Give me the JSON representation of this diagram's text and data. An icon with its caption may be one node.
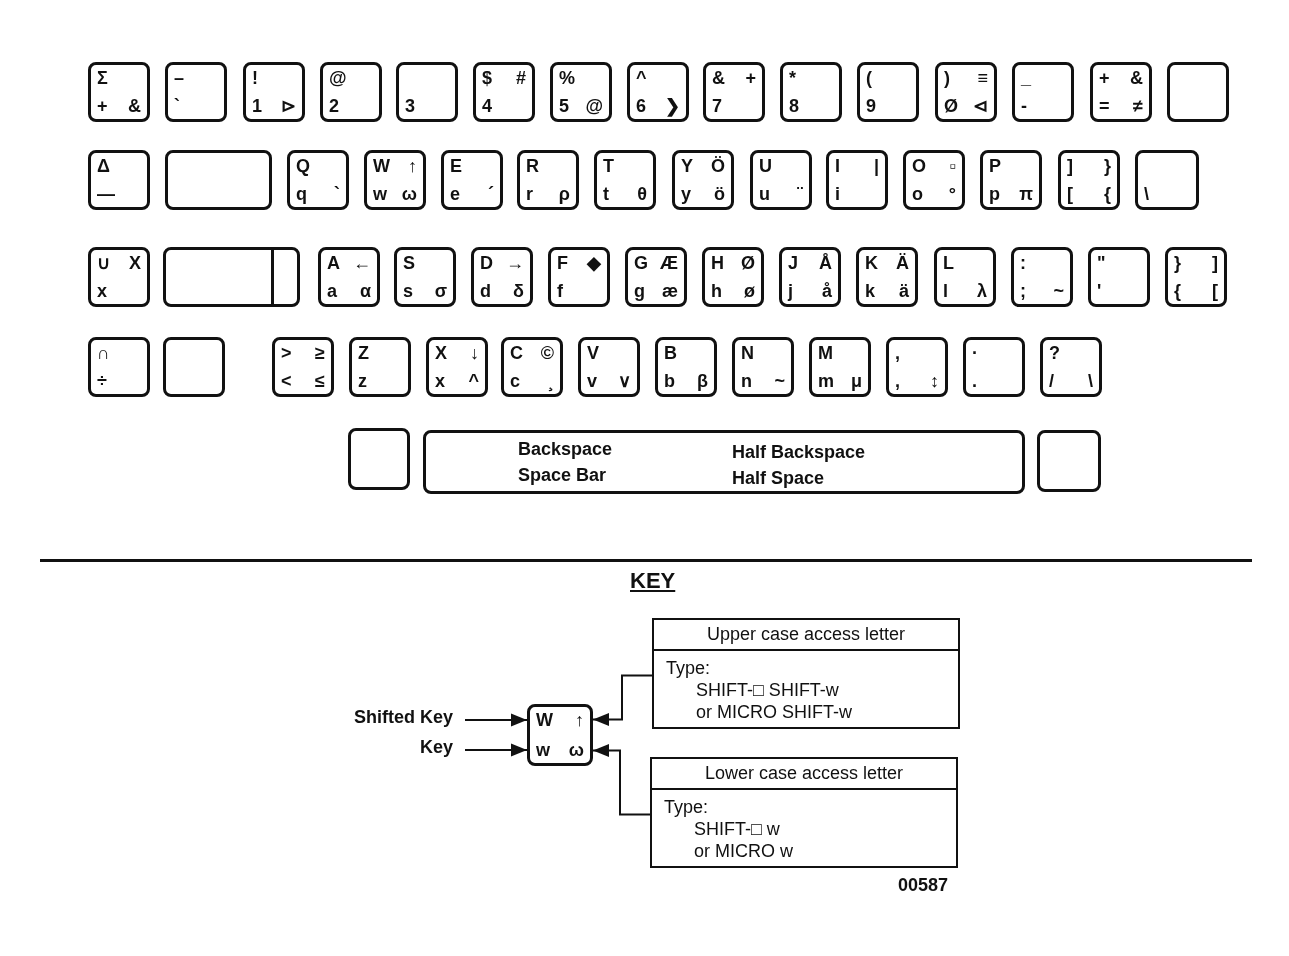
{
  "diagram": {
    "nodes": [
      {
        "text": [
          "Σ",
          "+",
          "&"
        ]
      },
      {
        "text": [
          "–",
          "`"
        ]
      },
      {
        "text": [
          "!",
          "1",
          "⊳"
        ]
      },
      {
        "text": [
          "@",
          "2"
        ]
      },
      {
        "text": [
          "3"
        ]
      },
      {
        "text": [
          "$",
          "#",
          "4"
        ]
      },
      {
        "text": [
          "%",
          "5",
          "@"
        ]
      },
      {
        "text": [
          "^",
          "6",
          "❯"
        ]
      },
      {
        "text": [
          "&",
          "+",
          "7"
        ]
      },
      {
        "text": [
          "*",
          "8"
        ]
      },
      {
        "text": [
          "(",
          "9"
        ]
      },
      {
        "text": [
          ")",
          "≡",
          "Ø",
          "⊲"
        ]
      },
      {
        "text": [
          "_",
          "-"
        ]
      },
      {
        "text": [
          "+",
          "&",
          "=",
          "≠"
        ]
      },
      {
        "text": [],
        "shape": "box"
      },
      {
        "text": [
          "Δ",
          "—"
        ]
      },
      {
        "text": [],
        "shape": "box"
      },
      {
        "text": [
          "Q",
          "q",
          "`"
        ]
      },
      {
        "text": [
          "W",
          "↑",
          "w",
          "ω"
        ]
      },
      {
        "text": [
          "E",
          "e",
          "´"
        ]
      },
      {
        "text": [
          "R",
          "r",
          "ρ"
        ]
      },
      {
        "text": [
          "T",
          "t",
          "θ"
        ]
      },
      {
        "text": [
          "Y",
          "Ö",
          "y",
          "ö"
        ]
      },
      {
        "text": [
          "U",
          "u",
          "¨"
        ]
      },
      {
        "text": [
          "I",
          "|",
          "i"
        ]
      },
      {
        "text": [
          "O",
          "▫",
          "o",
          "°"
        ]
      },
      {
        "text": [
          "P",
          "p",
          "π"
        ]
      },
      {
        "text": [
          "]",
          "}",
          "[",
          "{"
        ]
      },
      {
        "text": [
          "\\"
        ]
      },
      {
        "text": [
          "∪",
          "X",
          "x"
        ]
      },
      {
        "text": [],
        "shape": "box"
      },
      {
        "text": [
          "A",
          "←",
          "a",
          "α"
        ]
      },
      {
        "text": [
          "S",
          "s",
          "σ"
        ]
      },
      {
        "text": [
          "D",
          "→",
          "d",
          "δ"
        ]
      },
      {
        "text": [
          "F",
          "◆",
          "f"
        ]
      },
      {
        "text": [
          "G",
          "Æ",
          "g",
          "æ"
        ]
      },
      {
        "text": [
          "H",
          "Ø",
          "h",
          "ø"
        ]
      },
      {
        "text": [
          "J",
          "Å",
          "j",
          "å"
        ]
      },
      {
        "text": [
          "K",
          "Ä",
          "k",
          "ä"
        ]
      },
      {
        "text": [
          "L",
          "l",
          "λ"
        ]
      },
      {
        "text": [
          ":",
          ";",
          "~"
        ]
      },
      {
        "text": [
          "\"",
          "'"
        ]
      },
      {
        "text": [
          "}",
          "]",
          "{",
          "["
        ]
      },
      {
        "text": [
          "∩",
          "÷"
        ]
      },
      {
        "text": [],
        "shape": "box"
      },
      {
        "text": [
          ">",
          "≥",
          "<",
          "≤"
        ]
      },
      {
        "text": [
          "Z",
          "z"
        ]
      },
      {
        "text": [
          "X",
          "↓",
          "x",
          "^"
        ]
      },
      {
        "text": [
          "C",
          "©",
          "c",
          "¸"
        ]
      },
      {
        "text": [
          "V",
          "v",
          "∨"
        ]
      },
      {
        "text": [
          "B",
          "b",
          "β"
        ]
      },
      {
        "text": [
          "N",
          "n",
          "~"
        ]
      },
      {
        "text": [
          "M",
          "m",
          "μ"
        ]
      },
      {
        "text": [
          ",",
          ",",
          "↕"
        ]
      },
      {
        "text": [
          "·",
          "."
        ]
      },
      {
        "text": [
          "?",
          "/",
          "\\"
        ]
      },
      {
        "text": [],
        "shape": "box"
      },
      {
        "text": [
          "Backspace",
          "Half Backspace",
          "Space Bar",
          "Half Space"
        ]
      },
      {
        "text": [],
        "shape": "box"
      },
      {
        "text": [
          "Shifted Key"
        ]
      },
      {
        "text": [
          "Key"
        ]
      },
      {
        "text": [
          "W",
          "↑",
          "w",
          "ω"
        ]
      },
      {
        "text": [
          "Upper case access letter",
          "Type:",
          "SHIFT-□ SHIFT-w",
          "or MICRO SHIFT-w"
        ]
      },
      {
        "text": [
          "Lower case access letter",
          "Type:",
          "SHIFT-□ w",
          "or MICRO w"
        ]
      }
    ],
    "edges": [
      {
        "from": 59,
        "to": 61,
        "arrow": "to"
      },
      {
        "from": 60,
        "to": 61,
        "arrow": "to"
      },
      {
        "from": 62,
        "to": 61,
        "arrow": "to"
      },
      {
        "from": 63,
        "to": 61,
        "arrow": "to"
      }
    ],
    "labels": [
      "KEY",
      "00587"
    ]
  }
}
